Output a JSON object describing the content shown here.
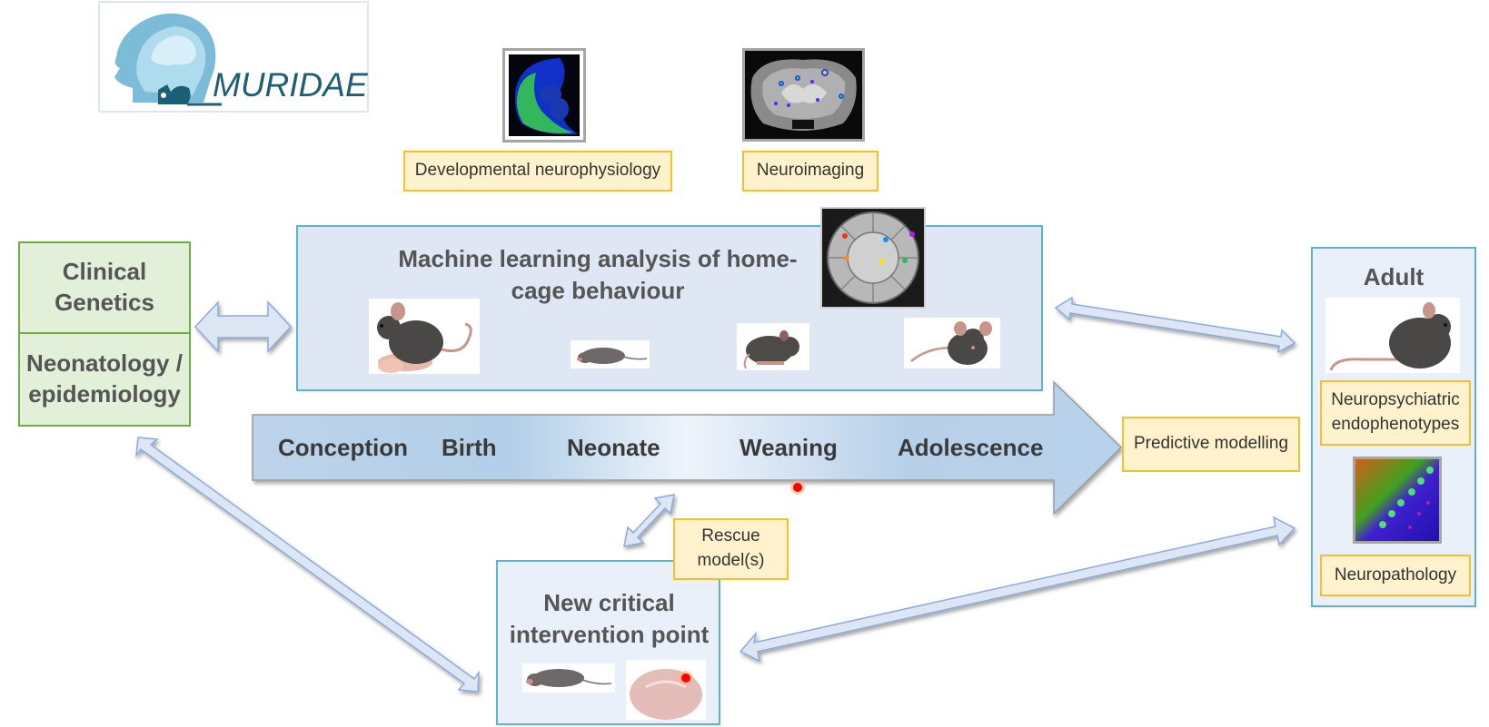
{
  "logo": {
    "text": "MURIDAE",
    "icon": "head-brain-mouse-logo-icon"
  },
  "methods": [
    {
      "label": "Developmental neurophysiology",
      "image": "brain-slice-fluorescence-image"
    },
    {
      "label": "Neuroimaging",
      "image": "mri-brain-activation-image"
    }
  ],
  "clinical_box": {
    "top_label": "Clinical\nGenetics",
    "bottom_label": "Neonatology /\nepidemiology"
  },
  "ml_panel": {
    "title_line1": "Machine learning analysis of home-",
    "title_line2": "cage behaviour",
    "images": [
      "mother-mouse-with-pups-image",
      "newborn-pup-image",
      "juvenile-mouse-image",
      "adolescent-mouse-image",
      "home-cage-tracking-image"
    ]
  },
  "timeline": {
    "stages": [
      "Conception",
      "Birth",
      "Neonate",
      "Weaning",
      "Adolescence"
    ],
    "marker": "intervention-marker"
  },
  "predictive_modelling": {
    "label": "Predictive modelling"
  },
  "adult_panel": {
    "title": "Adult",
    "endophenotypes_label": "Neuropsychiatric endophenotypes",
    "neuropathology_label": "Neuropathology"
  },
  "rescue": {
    "label_line1": "Rescue",
    "label_line2": "model(s)"
  },
  "intervention_panel": {
    "title_line1": "New critical",
    "title_line2": "intervention point"
  },
  "colors": {
    "highlight_box_fill": "#fff2cc",
    "highlight_box_border": "#f5c02a",
    "panel_fill": "#dfe7f4",
    "panel_border": "#5bb3cf",
    "green_fill": "#e2efd9",
    "green_border": "#70ad47",
    "arrow_fill": "#dce6f4",
    "arrow_stroke": "#8eaadb",
    "marker_red": "#ff0000"
  }
}
